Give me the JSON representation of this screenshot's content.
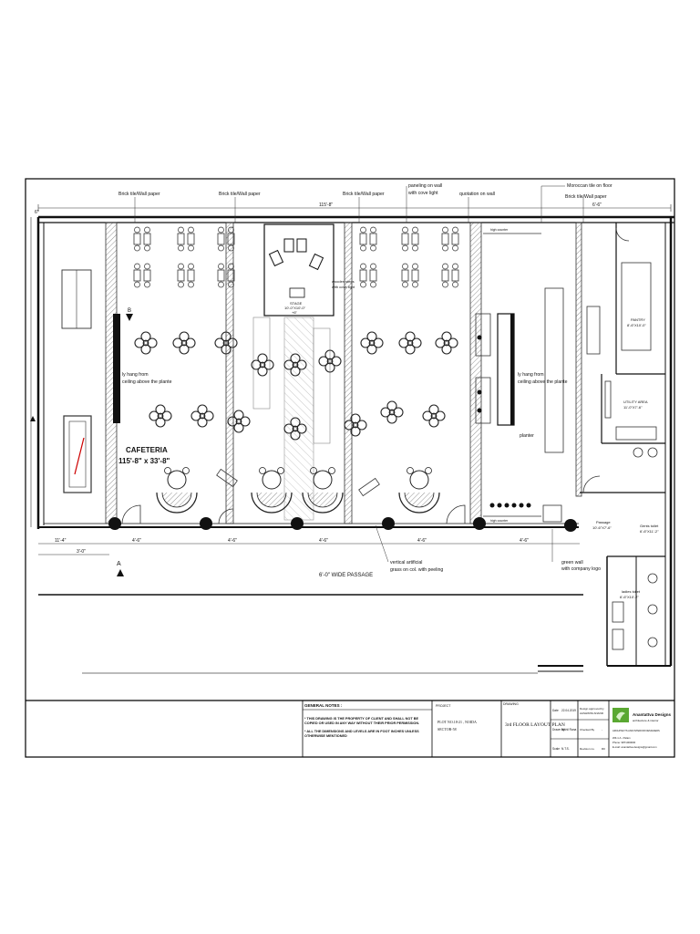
{
  "drawing": {
    "callouts": {
      "brick_tile_1": "Brick tile/Wall paper",
      "brick_tile_2": "Brick tile/Wall paper",
      "brick_tile_3": "Brick tile/Wall paper",
      "paneling": "paneling on wall",
      "paneling_2": "with cove light",
      "quotation": "quotation on wall",
      "moroccan": "Moroccan tile on floor",
      "brick_tile_4": "Brick tile/Wall paper",
      "wooden_steps_1": "wooden steps",
      "wooden_steps_2": "with cove light",
      "hang_left_1": "ly hang from",
      "hang_left_2": "ceiling above the plante",
      "hang_right_1": "ly hang from",
      "hang_right_2": "ceiling above the plante",
      "planter": "planter",
      "vertical_grass_1": "vertical artificial",
      "vertical_grass_2": "grass on col. with peeling",
      "green_wall_1": "green wall",
      "green_wall_2": "with company logo",
      "passage_label": "6'-0\" WIDE PASSAGE"
    },
    "rooms": {
      "cafeteria_name": "CAFETERIA",
      "cafeteria_size": "115'-8\" x 33'-8\"",
      "stage_1": "STAGE",
      "stage_2": "10'-0\"X10'-0\"",
      "stage_3": "+6\"",
      "pantry_1": "PANTRY",
      "pantry_2": "8'-6\"X10'-0\"",
      "utility_1": "UTILITY AREA",
      "utility_2": "11'-0\"X7'-6\"",
      "passage_1": "Passage",
      "passage_2": "10'-6\"X7'-6\"",
      "gents_1": "Gents toilet",
      "gents_2": "6'-6\"X11'-2\"",
      "ladies_1": "ladies toilet",
      "ladies_2": "6'-6\"X10'-2\""
    },
    "markers": {
      "section_a": "A",
      "section_b": "B",
      "high_counter_1": "high counter",
      "high_counter_2": "high counter",
      "high_counter_3": "high counter"
    }
  },
  "title_block": {
    "general_notes_heading": "GENERAL NOTES :",
    "note_1": "* THIS DRAWING IS THE PROPERTY OF CLIENT AND SHALL NOT BE COPIED OR USED IN ANY WAY WITHOUT THEIR PRIOR PERMISSION.",
    "note_2": "* ALL THE DIMENSIONS AND LEVELS ARE IN FOOT INCHES UNLESS OTHERWISE MENTIONED",
    "project_label": "PROJECT",
    "project_line_1": "PLOT NO.18-21 , NOIDA",
    "project_line_2": "SECTOR-58",
    "drawing_label": "DRAWING",
    "drawing_title": "3rd FLOOR LAYOUT PLAN",
    "date_label": "Date",
    "date_value": "22.04.2019",
    "drawn_label": "Drawn by",
    "drawn_value": "Nikhil Rana",
    "scale_label": "Scale",
    "scale_value": "N.T.S.",
    "approved_label": "Design approved by",
    "approved_value": "AASHWINI ANAND",
    "checked_label": "Checked By",
    "checked_value": "-",
    "rev_label": "Revision no.",
    "rev_value": "R0",
    "company_name": "Anantattva Designs",
    "company_tag": "architecture & interior",
    "company_sub": "ARCHITECTS AND INTERIOR DESIGNERS",
    "company_addr": "WZ-1 A - Palam",
    "company_phone": "Phone: 9871000000",
    "company_email": "E-mail: anantattva.designs@gmail.com"
  }
}
